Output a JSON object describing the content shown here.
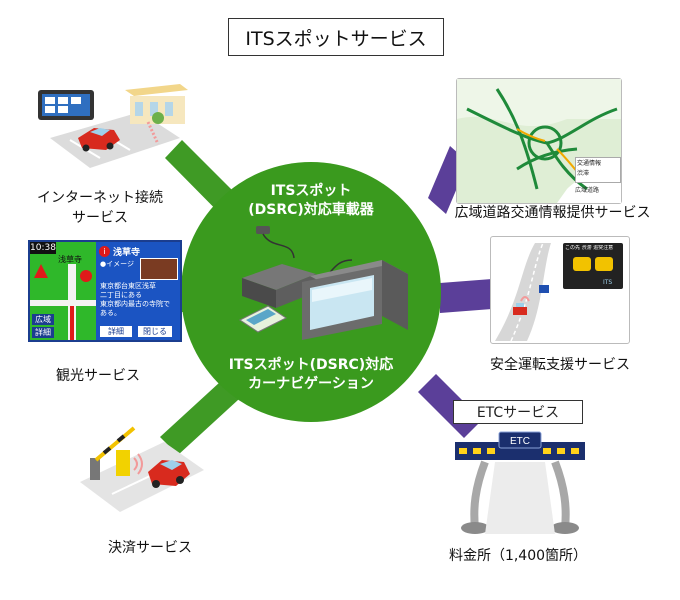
{
  "title": "ITSスポットサービス",
  "center": {
    "top_line1": "ITSスポット",
    "top_line2": "(DSRC)対応車載器",
    "bottom_line1": "ITSスポット(DSRC)対応",
    "bottom_line2": "カーナビゲーション"
  },
  "services": {
    "internet": {
      "line1": "インターネット接続",
      "line2": "サービス"
    },
    "sightseeing": {
      "label": "観光サービス"
    },
    "payment": {
      "label": "決済サービス"
    },
    "road_info": {
      "label": "広域道路交通情報提供サービス"
    },
    "safety": {
      "label": "安全運転支援サービス"
    },
    "etc": {
      "box_label": "ETCサービス",
      "sub_label": "料金所（1,400箇所）",
      "gate_text": "ETC"
    }
  },
  "sightseeing_screen": {
    "clock": "10:38",
    "place": "浅草寺",
    "badge": "i",
    "image_label": "●イメージ",
    "desc_line1": "東京都台東区浅草",
    "desc_line2": "二丁目にある",
    "desc_line3": "東京都内最古の寺院で",
    "desc_line4": "ある。",
    "map_label": "浅草寺",
    "btn_wide": "広域",
    "btn_detail_left": "詳細",
    "btn_detail": "詳細",
    "btn_close": "閉じる"
  },
  "safety_screen": {
    "line1": "この先 渋滞 追突注意",
    "footer": "ITS"
  },
  "map_screen": {
    "legend_line1": "交通情報",
    "legend_line2": "渋滞",
    "footer": "広域道路"
  },
  "colors": {
    "center_green": "#3a9a1e",
    "green_connector": "#3f9a25",
    "purple_connector": "#5b3f99"
  }
}
